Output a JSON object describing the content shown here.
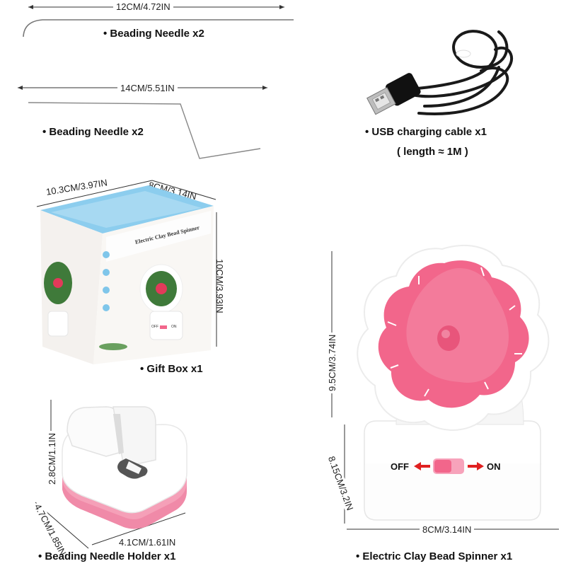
{
  "needle_1": {
    "dimension": "12CM/4.72IN",
    "caption": "Beading Needle x2"
  },
  "needle_2": {
    "dimension": "14CM/5.51IN",
    "caption": "Beading Needle x2"
  },
  "cable": {
    "caption": "USB charging cable x1",
    "note": "( length ≈ 1M )"
  },
  "gift_box": {
    "width_dim": "10.3CM/3.97IN",
    "depth_dim": "8CM/3.14IN",
    "height_dim": "10CM/3.93IN",
    "caption": "Gift Box x1",
    "front_title": "Electric Clay Bead Spinner",
    "switch_off": "OFF",
    "switch_on": "ON"
  },
  "spinner": {
    "upper_height_dim": "9.5CM/3.74IN",
    "lower_height_dim": "8.15CM/3.2IN",
    "width_dim": "8CM/3.14IN",
    "switch_off": "OFF",
    "switch_on": "ON",
    "caption": "Electric Clay Bead Spinner x1"
  },
  "holder": {
    "height_dim": "2.8CM/1.1IN",
    "depth_dim": "4.7CM/1.85IN",
    "width_dim": "4.1CM/1.61IN",
    "caption": "Beading Needle Holder x1"
  },
  "colors": {
    "pink": "#f2668b",
    "pink_light": "#f7a3bb",
    "red_arrow": "#e02020",
    "box_blue": "#7fc6ea"
  }
}
